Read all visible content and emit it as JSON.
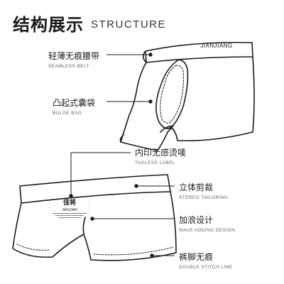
{
  "header": {
    "title_cn": "结构展示",
    "title_en": "STRUCTURE"
  },
  "brand_waistband": "JIANJIANG",
  "logo": {
    "name_cn": "佳将",
    "name_en": "JIASJIAN"
  },
  "callouts": [
    {
      "id": "seamless-belt",
      "cn": "轻薄无痕腰带",
      "en": "SEAMLESS BELT"
    },
    {
      "id": "bulge-bag",
      "cn": "凸起式囊袋",
      "en": "BULGE BAG"
    },
    {
      "id": "tagless-label",
      "cn": "内印无感烫唛",
      "en": "TAGLESS LABEL"
    },
    {
      "id": "stereo-tailoring",
      "cn": "立体剪裁",
      "en": "STEREO TAILORING"
    },
    {
      "id": "wave-adding-design",
      "cn": "加浪设计",
      "en": "WAVE ADDING DESIGN"
    },
    {
      "id": "double-stitch-line",
      "cn": "裤脚无痕",
      "en": "DOUBLE STITCH LINE"
    }
  ],
  "colors": {
    "line": "#1a1a1a",
    "text": "#222222",
    "subtext": "#666666"
  }
}
